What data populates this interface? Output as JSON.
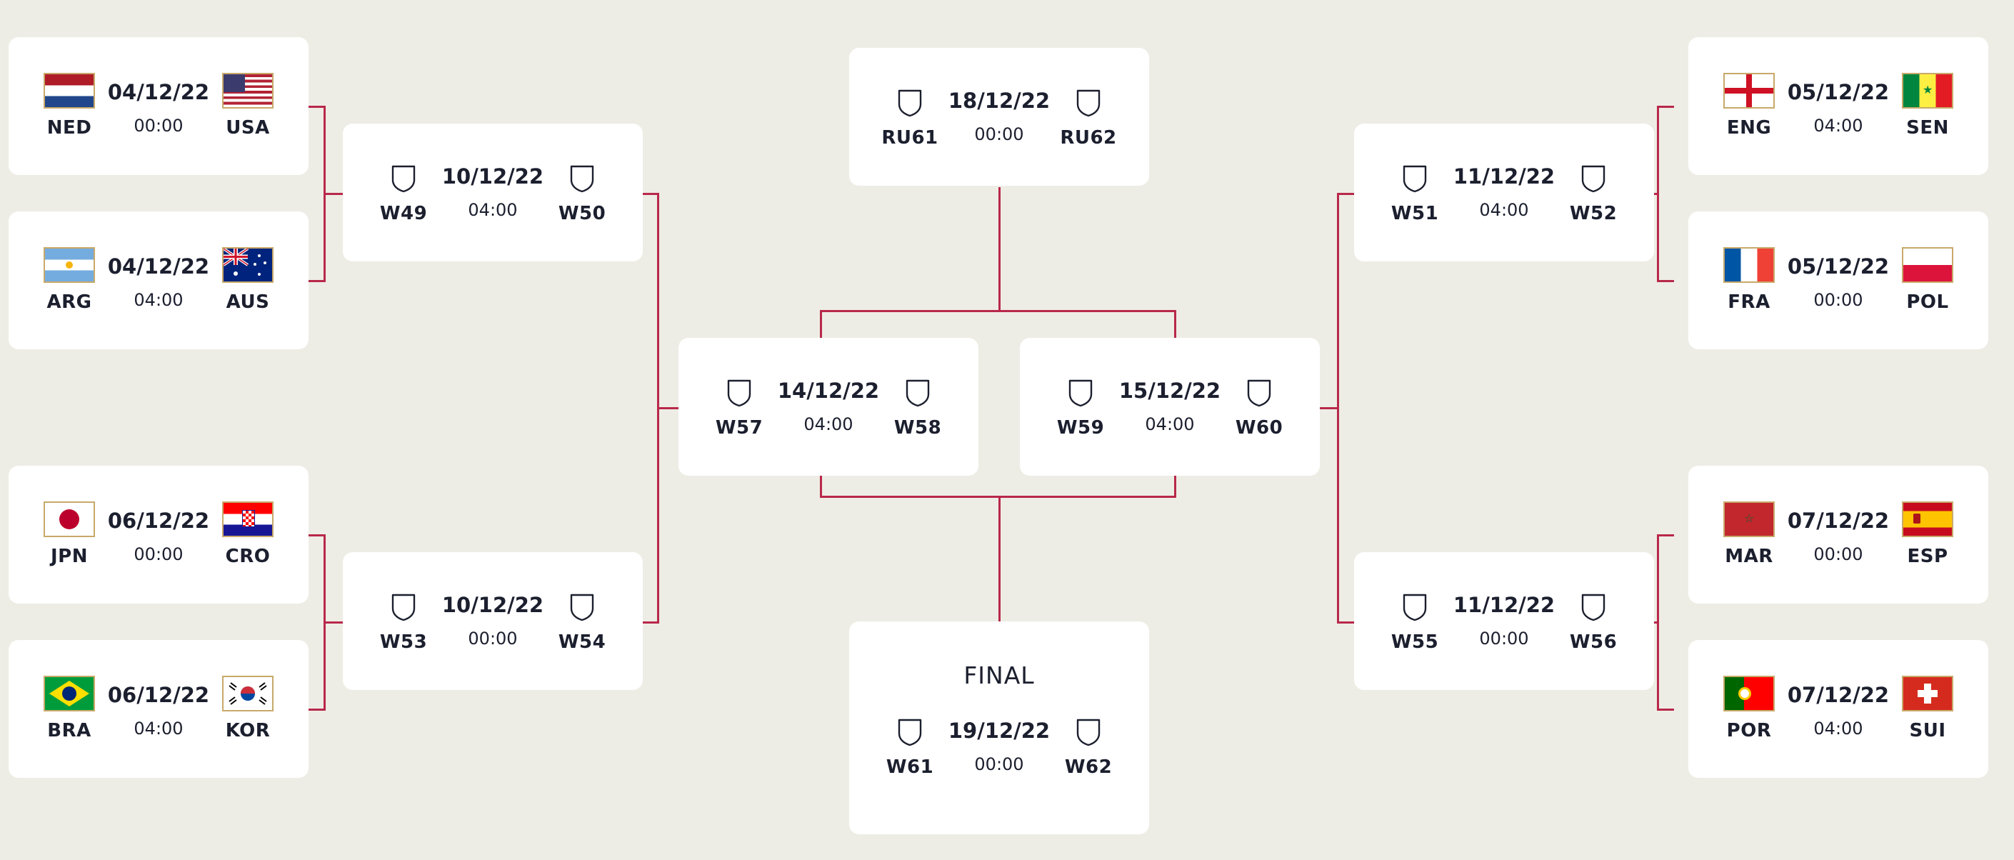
{
  "colors": {
    "background": "#eeede5",
    "card": "#ffffff",
    "connector": "#b8284a",
    "text": "#1b1f2e"
  },
  "round_of_16": [
    {
      "date": "04/12/22",
      "time": "00:00",
      "home": {
        "code": "NED",
        "flag": "netherlands-flag-icon"
      },
      "away": {
        "code": "USA",
        "flag": "usa-flag-icon"
      }
    },
    {
      "date": "04/12/22",
      "time": "04:00",
      "home": {
        "code": "ARG",
        "flag": "argentina-flag-icon"
      },
      "away": {
        "code": "AUS",
        "flag": "australia-flag-icon"
      }
    },
    {
      "date": "06/12/22",
      "time": "00:00",
      "home": {
        "code": "JPN",
        "flag": "japan-flag-icon"
      },
      "away": {
        "code": "CRO",
        "flag": "croatia-flag-icon"
      }
    },
    {
      "date": "06/12/22",
      "time": "04:00",
      "home": {
        "code": "BRA",
        "flag": "brazil-flag-icon"
      },
      "away": {
        "code": "KOR",
        "flag": "korea-flag-icon"
      }
    },
    {
      "date": "05/12/22",
      "time": "04:00",
      "home": {
        "code": "ENG",
        "flag": "england-flag-icon"
      },
      "away": {
        "code": "SEN",
        "flag": "senegal-flag-icon"
      }
    },
    {
      "date": "05/12/22",
      "time": "00:00",
      "home": {
        "code": "FRA",
        "flag": "france-flag-icon"
      },
      "away": {
        "code": "POL",
        "flag": "poland-flag-icon"
      }
    },
    {
      "date": "07/12/22",
      "time": "00:00",
      "home": {
        "code": "MAR",
        "flag": "morocco-flag-icon"
      },
      "away": {
        "code": "ESP",
        "flag": "spain-flag-icon"
      }
    },
    {
      "date": "07/12/22",
      "time": "04:00",
      "home": {
        "code": "POR",
        "flag": "portugal-flag-icon"
      },
      "away": {
        "code": "SUI",
        "flag": "switzerland-flag-icon"
      }
    }
  ],
  "quarter_finals": [
    {
      "date": "10/12/22",
      "time": "04:00",
      "home": "W49",
      "away": "W50"
    },
    {
      "date": "10/12/22",
      "time": "00:00",
      "home": "W53",
      "away": "W54"
    },
    {
      "date": "11/12/22",
      "time": "04:00",
      "home": "W51",
      "away": "W52"
    },
    {
      "date": "11/12/22",
      "time": "00:00",
      "home": "W55",
      "away": "W56"
    }
  ],
  "semi_finals": [
    {
      "date": "14/12/22",
      "time": "04:00",
      "home": "W57",
      "away": "W58"
    },
    {
      "date": "15/12/22",
      "time": "04:00",
      "home": "W59",
      "away": "W60"
    }
  ],
  "third_place": {
    "date": "18/12/22",
    "time": "00:00",
    "home": "RU61",
    "away": "RU62"
  },
  "final": {
    "title": "FINAL",
    "date": "19/12/22",
    "time": "00:00",
    "home": "W61",
    "away": "W62"
  }
}
